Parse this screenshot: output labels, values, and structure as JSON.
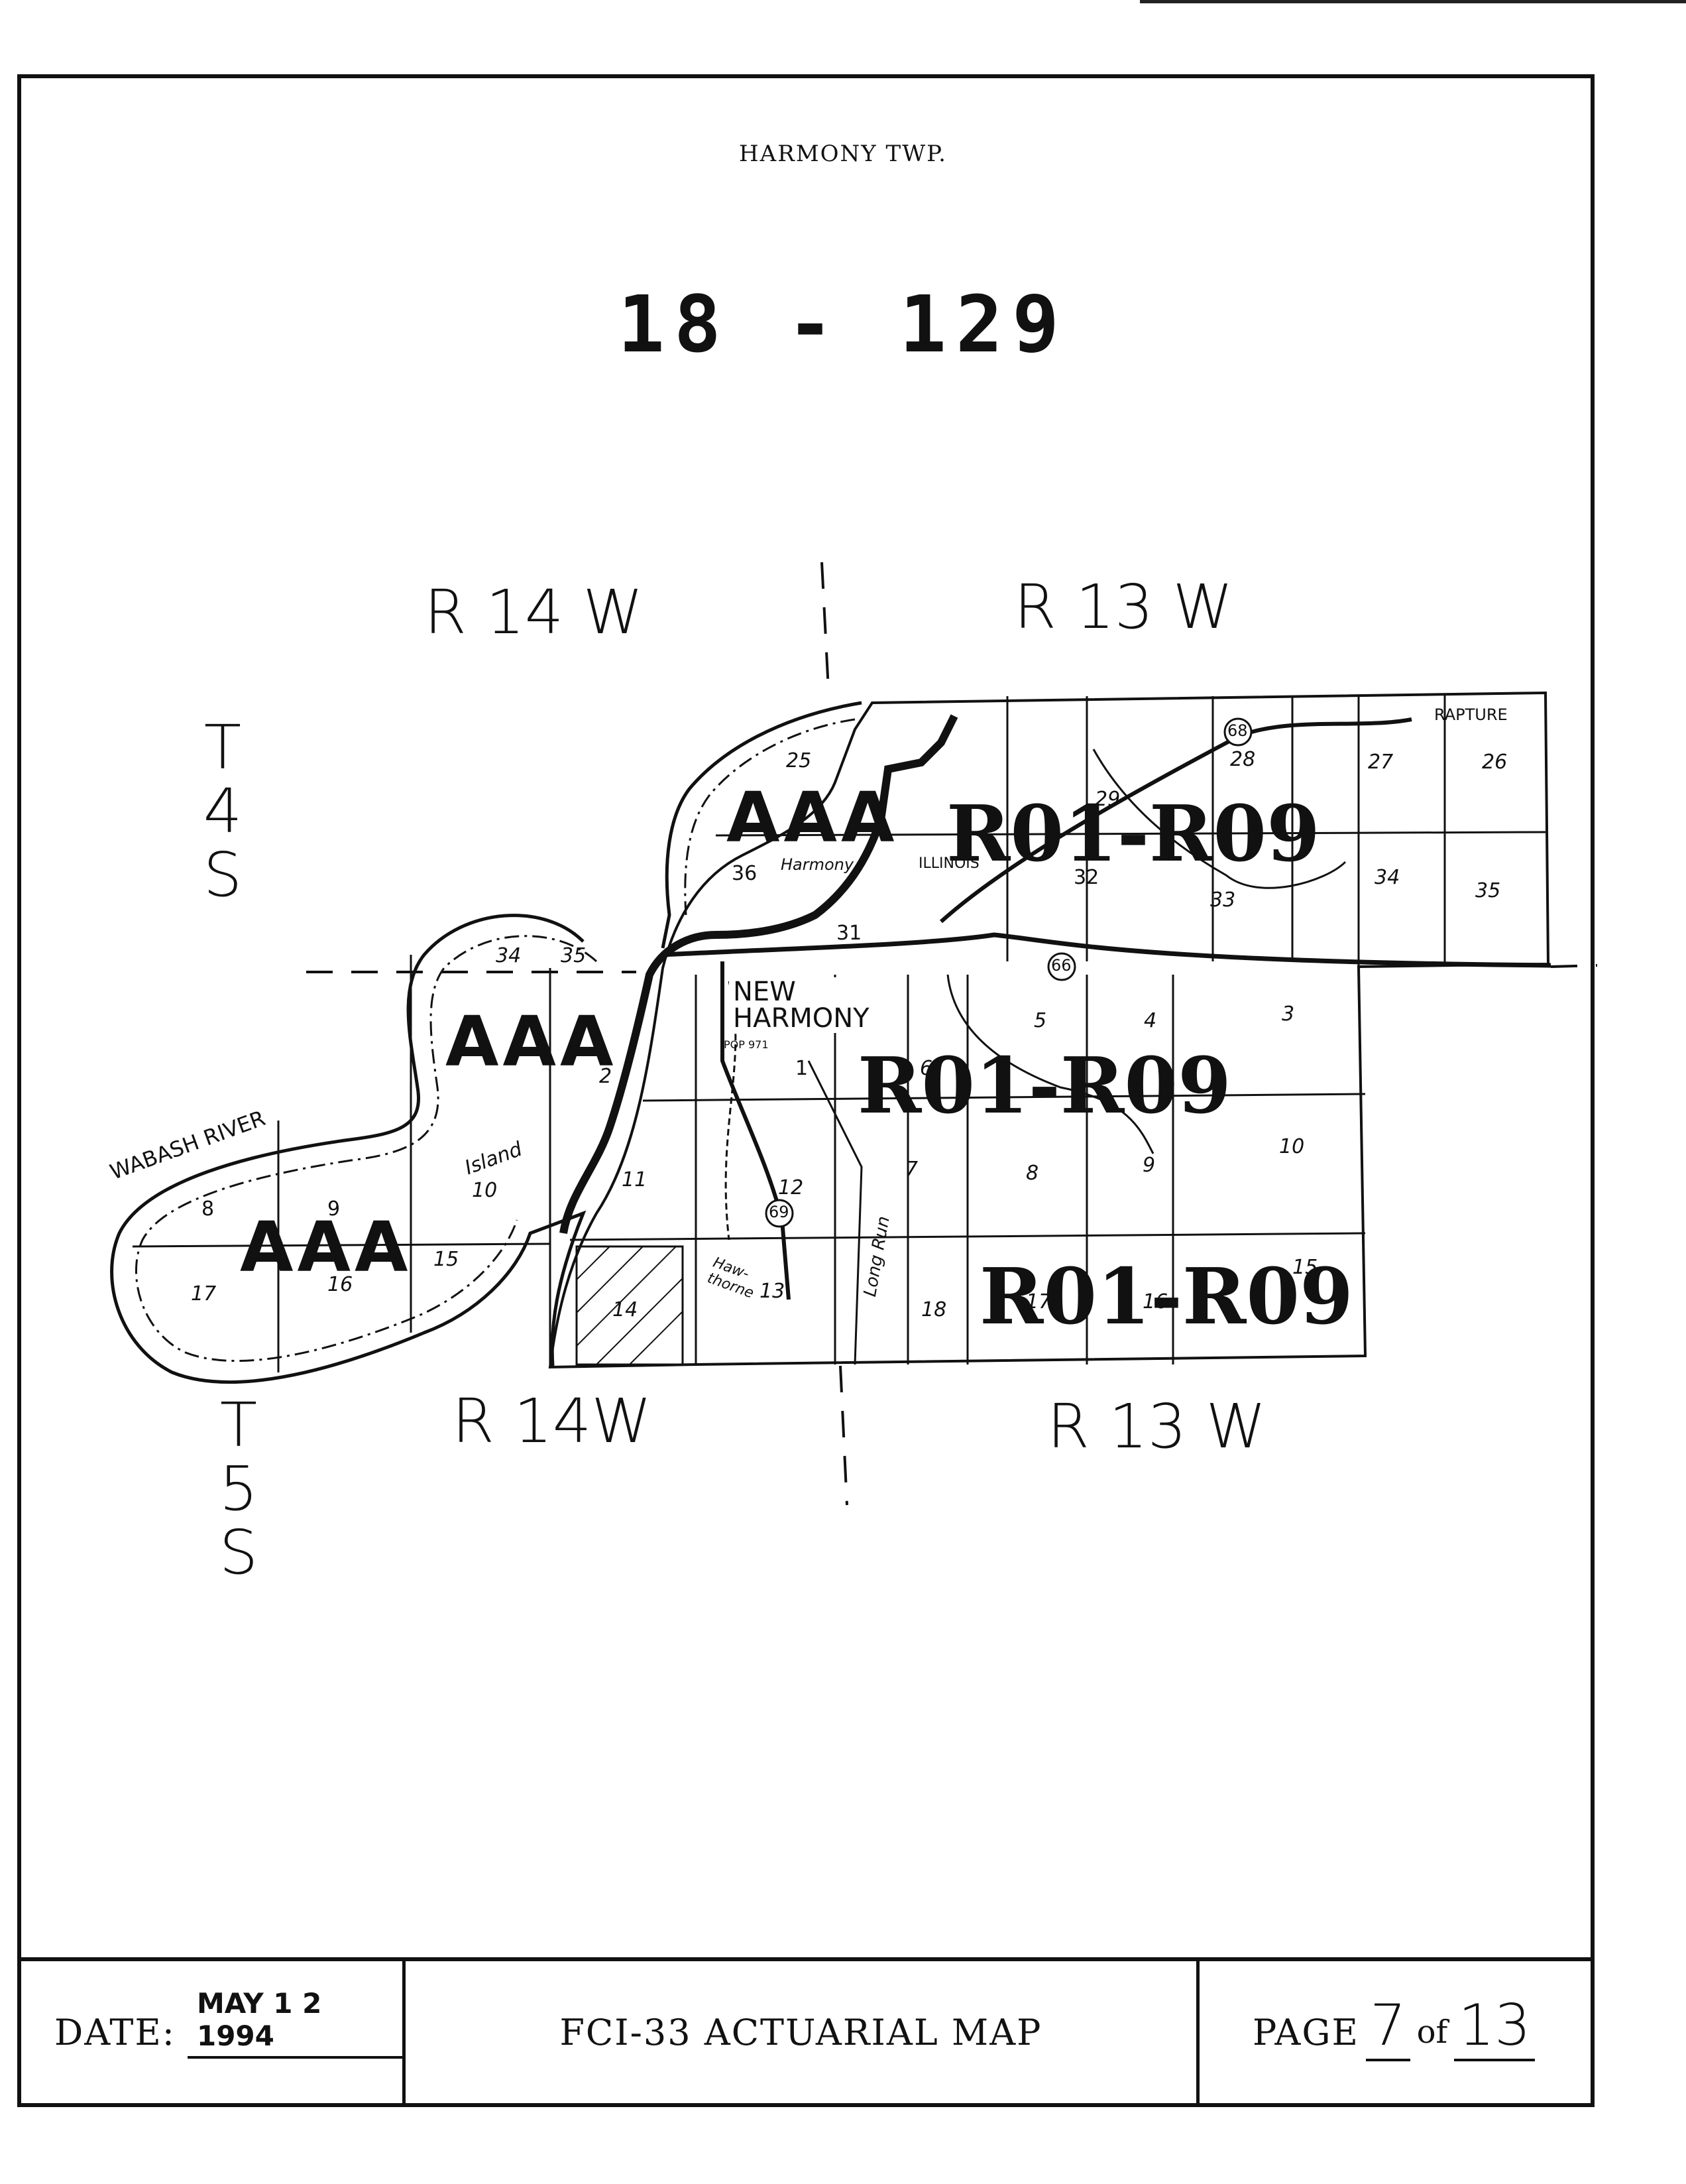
{
  "header": {
    "subtitle": "HARMONY TWP.",
    "map_number": "18 - 129"
  },
  "map": {
    "range_labels": {
      "top_left": "R 14 W",
      "top_right": "R 13 W",
      "bottom_left": "R 14W",
      "bottom_right": "R 13 W"
    },
    "township_labels": {
      "upper": [
        "T",
        "4",
        "S"
      ],
      "lower": [
        "T",
        "5",
        "S"
      ]
    },
    "zone_labels": {
      "aaa_1": "AAA",
      "aaa_2": "AAA",
      "aaa_3": "AAA",
      "r_1": "R01-R09",
      "r_2": "R01-R09",
      "r_3": "R01-R09"
    },
    "place_labels": {
      "town": "NEW HARMONY",
      "town_pop": "POP 971",
      "rapture": "RAPTURE",
      "river": "WABASH RIVER",
      "island": "Island",
      "harmony": "Harmony",
      "illinois": "ILLINOIS",
      "long_run": "Long Run",
      "hawthorne": "Haw- thorne"
    },
    "highway_shields": [
      "68",
      "66",
      "69"
    ],
    "section_numbers": {
      "s25": "25",
      "s28": "28",
      "s27": "27",
      "s26": "26",
      "s29": "29",
      "s36": "36",
      "s31": "31",
      "s32": "32",
      "s33": "33",
      "s34r": "34",
      "s35r": "35",
      "s34l": "34",
      "s35l": "35",
      "s2": "2",
      "s1": "1",
      "s6": "6",
      "s5": "5",
      "s4": "4",
      "s3": "3",
      "s10i": "10",
      "s11": "11",
      "s12": "12",
      "s7": "7",
      "s8r": "8",
      "s9r": "9",
      "s10": "10",
      "s8l": "8",
      "s9l": "9",
      "s17": "17",
      "s16": "16",
      "s15l": "15",
      "s14": "14",
      "s13": "13",
      "s18": "18",
      "s17r": "17",
      "s16r": "16",
      "s15r": "15"
    }
  },
  "footer": {
    "date_label": "DATE:",
    "date_value": "MAY 1 2 1994",
    "title": "FCI-33 ACTUARIAL MAP",
    "page_label": "PAGE",
    "page_number": "7",
    "page_of": "of",
    "page_total": "13"
  }
}
